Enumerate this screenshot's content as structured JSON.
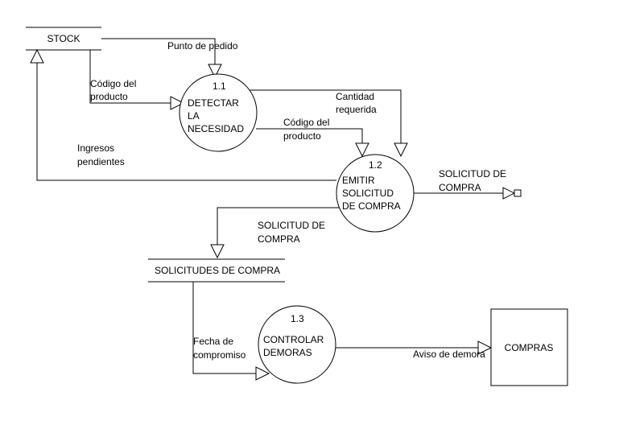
{
  "stores": {
    "stock": "STOCK",
    "solicitudes": "SOLICITUDES DE COMPRA"
  },
  "processes": {
    "p1": {
      "number": "1.1",
      "line1": "DETECTAR",
      "line2": "LA",
      "line3": "NECESIDAD"
    },
    "p2": {
      "number": "1.2",
      "line1": "EMITIR",
      "line2": "SOLICITUD",
      "line3": "DE COMPRA"
    },
    "p3": {
      "number": "1.3",
      "line1": "CONTROLAR",
      "line2": "DEMORAS"
    }
  },
  "entity": {
    "compras": "COMPRAS"
  },
  "flows": {
    "punto_pedido": "Punto de pedido",
    "codigo1_a": "Código del",
    "codigo1_b": "producto",
    "cantidad_a": "Cantidad",
    "cantidad_b": "requerida",
    "codigo2_a": "Código del",
    "codigo2_b": "producto",
    "ingresos_a": "Ingresos",
    "ingresos_b": "pendientes",
    "solicitud_out_a": "SOLICITUD DE",
    "solicitud_out_b": "COMPRA",
    "solicitud_store_a": "SOLICITUD DE",
    "solicitud_store_b": "COMPRA",
    "fecha_a": "Fecha de",
    "fecha_b": "compromiso",
    "aviso": "Aviso de demora"
  }
}
